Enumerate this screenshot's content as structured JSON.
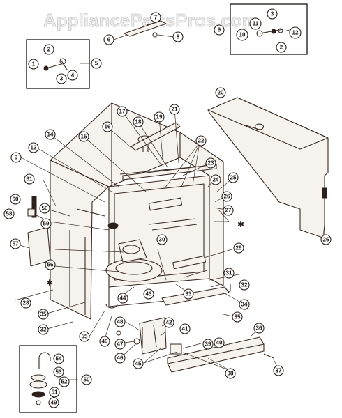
{
  "watermark": "AppliancePartsPros.com",
  "marker_symbol": "✱",
  "callouts": [
    {
      "id": "c1",
      "label": "1"
    },
    {
      "id": "c2",
      "label": "2"
    },
    {
      "id": "c3",
      "label": "3"
    },
    {
      "id": "c4",
      "label": "4"
    },
    {
      "id": "c5",
      "label": "5"
    },
    {
      "id": "c6",
      "label": "6"
    },
    {
      "id": "c7",
      "label": "7"
    },
    {
      "id": "c8",
      "label": "8"
    },
    {
      "id": "c9",
      "label": "9"
    },
    {
      "id": "c10",
      "label": "10"
    },
    {
      "id": "c11",
      "label": "11"
    },
    {
      "id": "c12",
      "label": "12"
    },
    {
      "id": "c3b",
      "label": "3"
    },
    {
      "id": "c2b",
      "label": "2"
    },
    {
      "id": "c9b",
      "label": "9"
    },
    {
      "id": "c13",
      "label": "13"
    },
    {
      "id": "c14",
      "label": "14"
    },
    {
      "id": "c15",
      "label": "15"
    },
    {
      "id": "c16",
      "label": "16"
    },
    {
      "id": "c17",
      "label": "17"
    },
    {
      "id": "c18",
      "label": "18"
    },
    {
      "id": "c19",
      "label": "19"
    },
    {
      "id": "c20",
      "label": "20"
    },
    {
      "id": "c21",
      "label": "21"
    },
    {
      "id": "c22",
      "label": "22"
    },
    {
      "id": "c23",
      "label": "23"
    },
    {
      "id": "c24",
      "label": "24"
    },
    {
      "id": "c25",
      "label": "25"
    },
    {
      "id": "c26",
      "label": "26"
    },
    {
      "id": "c26b",
      "label": "26"
    },
    {
      "id": "c27",
      "label": "27"
    },
    {
      "id": "c28",
      "label": "28"
    },
    {
      "id": "c29",
      "label": "29"
    },
    {
      "id": "c30",
      "label": "30"
    },
    {
      "id": "c31",
      "label": "31"
    },
    {
      "id": "c32",
      "label": "32"
    },
    {
      "id": "c32b",
      "label": "32"
    },
    {
      "id": "c33",
      "label": "33"
    },
    {
      "id": "c34",
      "label": "34"
    },
    {
      "id": "c35",
      "label": "35"
    },
    {
      "id": "c35b",
      "label": "35"
    },
    {
      "id": "c36",
      "label": "36"
    },
    {
      "id": "c37",
      "label": "37"
    },
    {
      "id": "c38",
      "label": "38"
    },
    {
      "id": "c39",
      "label": "39"
    },
    {
      "id": "c40",
      "label": "40"
    },
    {
      "id": "c41",
      "label": "41"
    },
    {
      "id": "c42",
      "label": "42"
    },
    {
      "id": "c43",
      "label": "43"
    },
    {
      "id": "c44",
      "label": "44"
    },
    {
      "id": "c45",
      "label": "45"
    },
    {
      "id": "c46",
      "label": "46"
    },
    {
      "id": "c47",
      "label": "47"
    },
    {
      "id": "c48",
      "label": "48"
    },
    {
      "id": "c49",
      "label": "49"
    },
    {
      "id": "c49b",
      "label": "49"
    },
    {
      "id": "c50",
      "label": "50"
    },
    {
      "id": "c50b",
      "label": "50"
    },
    {
      "id": "c51",
      "label": "51"
    },
    {
      "id": "c52",
      "label": "52"
    },
    {
      "id": "c53",
      "label": "53"
    },
    {
      "id": "c54",
      "label": "54"
    },
    {
      "id": "c55",
      "label": "55"
    },
    {
      "id": "c56",
      "label": "56"
    },
    {
      "id": "c57",
      "label": "57"
    },
    {
      "id": "c58",
      "label": "58"
    },
    {
      "id": "c59",
      "label": "59"
    },
    {
      "id": "c60",
      "label": "60"
    },
    {
      "id": "c61",
      "label": "61"
    }
  ]
}
